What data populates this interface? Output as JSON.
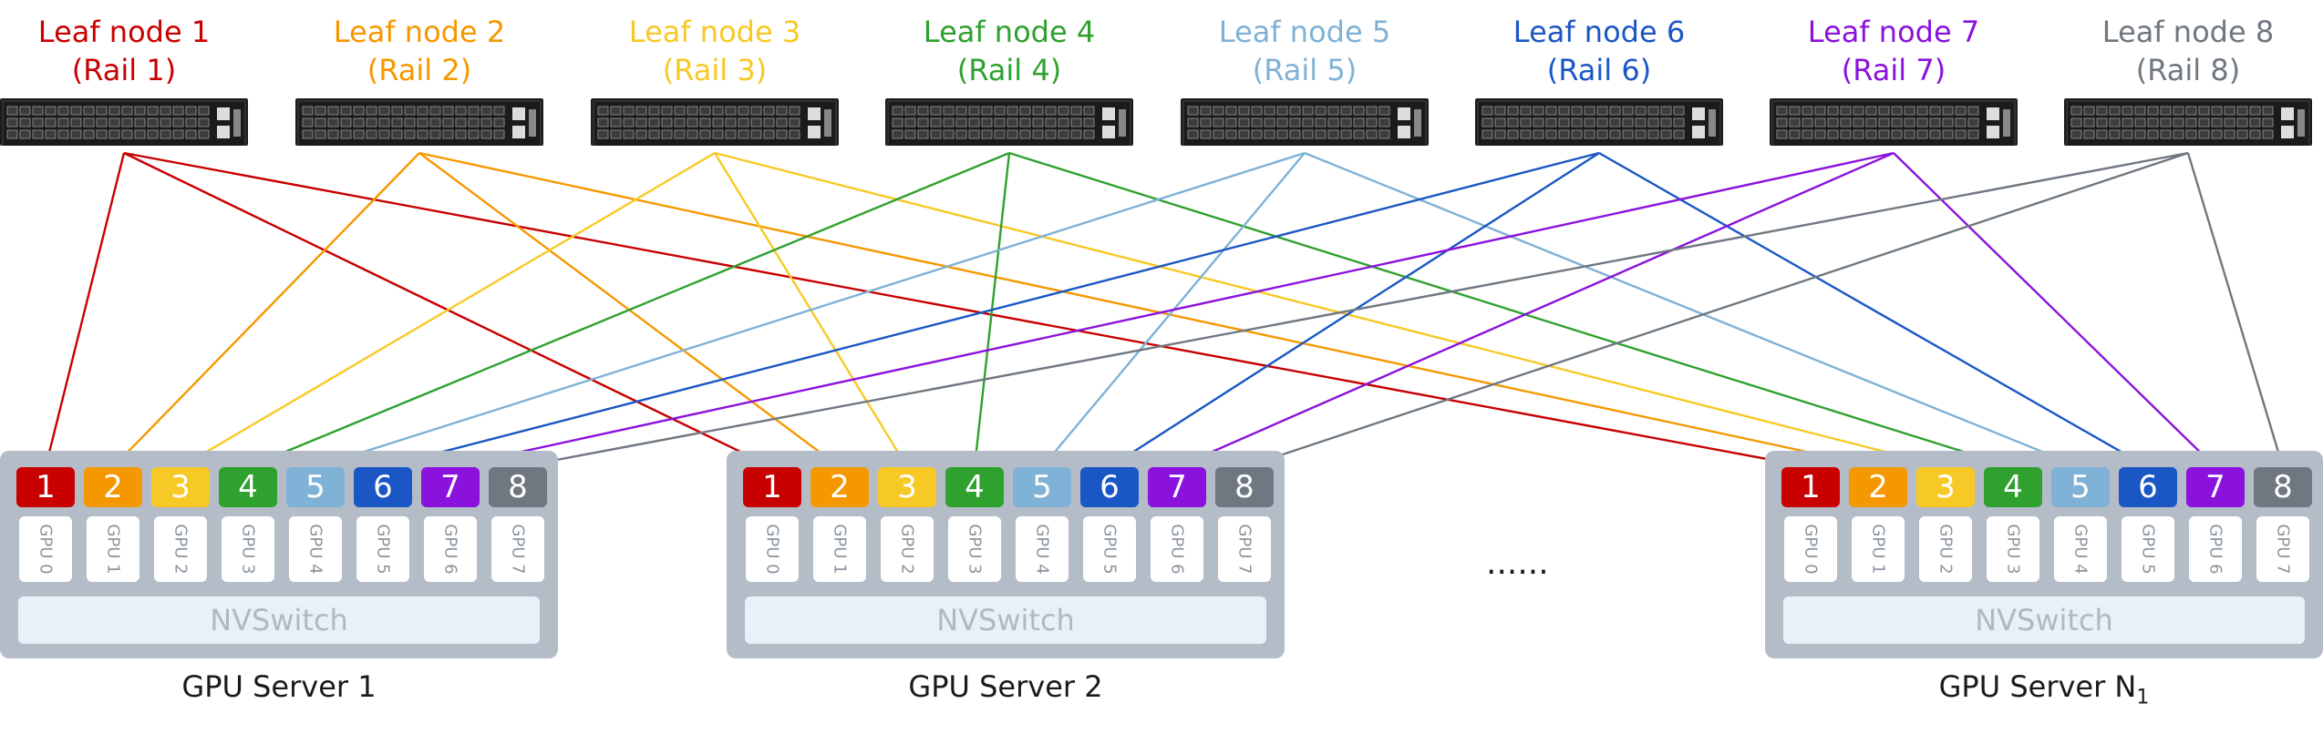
{
  "leaves": [
    {
      "name": "Leaf node 1",
      "rail": "(Rail 1)",
      "color": "#c80000"
    },
    {
      "name": "Leaf node 2",
      "rail": "(Rail 2)",
      "color": "#f59800"
    },
    {
      "name": "Leaf node 3",
      "rail": "(Rail 3)",
      "color": "#f7c926"
    },
    {
      "name": "Leaf node 4",
      "rail": "(Rail 4)",
      "color": "#2fa12f"
    },
    {
      "name": "Leaf node 5",
      "rail": "(Rail 5)",
      "color": "#7fb2d6"
    },
    {
      "name": "Leaf node 6",
      "rail": "(Rail 6)",
      "color": "#1a57c4"
    },
    {
      "name": "Leaf node 7",
      "rail": "(Rail 7)",
      "color": "#8b12dc"
    },
    {
      "name": "Leaf node 8",
      "rail": "(Rail 8)",
      "color": "#6f7780"
    }
  ],
  "ports": [
    "1",
    "2",
    "3",
    "4",
    "5",
    "6",
    "7",
    "8"
  ],
  "gpus": [
    "GPU 0",
    "GPU 1",
    "GPU 2",
    "GPU 3",
    "GPU 4",
    "GPU 5",
    "GPU 6",
    "GPU 7"
  ],
  "nvswitch_label": "NVSwitch",
  "servers": [
    {
      "label": "GPU Server 1"
    },
    {
      "label": "GPU Server 2"
    },
    {
      "label": "GPU Server N",
      "label_sub": "1"
    }
  ],
  "ellipsis": "......"
}
